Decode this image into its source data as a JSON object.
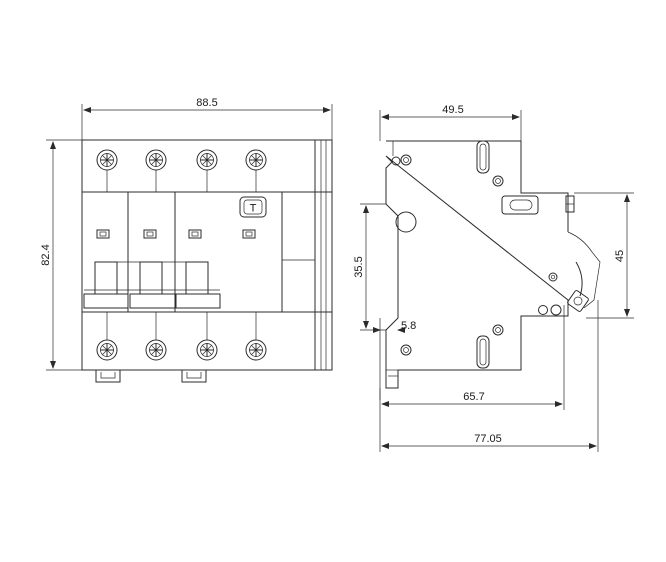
{
  "dimensions": {
    "front_width": "88.5",
    "front_height": "82.4",
    "side_width": "49.5",
    "rail_height": "35.5",
    "toggle_height": "45",
    "rail_offset": "5.8",
    "depth_to_toggle": "65.7",
    "total_depth": "77.05"
  },
  "test_button_label": "T"
}
